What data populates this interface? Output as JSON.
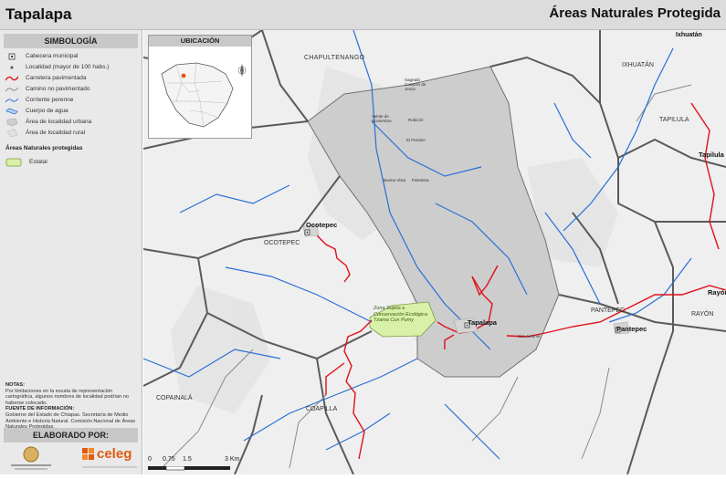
{
  "header": {
    "title": "Tapalapa",
    "subtitle": "Áreas Naturales Protegida"
  },
  "legend": {
    "title": "SIMBOLOGÍA",
    "items": [
      {
        "label": "Cabecera municipal",
        "symbol": "square-dot-icon"
      },
      {
        "label": "Localidad (mayor de 100 habs.)",
        "symbol": "dot-icon"
      },
      {
        "label": "Carretera pavimentada",
        "symbol": "red-line-icon"
      },
      {
        "label": "Camino no pavimentado",
        "symbol": "gray-line-icon"
      },
      {
        "label": "Corriente perenne",
        "symbol": "blue-line-icon"
      },
      {
        "label": "Cuerpo de agua",
        "symbol": "water-body-icon"
      },
      {
        "label": "Área de localidad urbana",
        "symbol": "urban-area-icon"
      },
      {
        "label": "Área de localidad rural",
        "symbol": "rural-area-icon"
      }
    ],
    "anp_title": "Áreas Naturales protegidas",
    "anp_item": "Estatal"
  },
  "notes": {
    "title": "NOTAS:",
    "text": "Por limitaciones en la escala de representación cartográfica, algunos nombres de localidad podrían no haberse colocado.",
    "source_title": "FUENTE DE INFORMACIÓN:",
    "source_text": "Gobierno del Estado de Chiapas. Secretaría de Medio Ambiente e Historia Natural. Comisión Nacional de Áreas Naturales Protegidas."
  },
  "credits": {
    "title": "ELABORADO POR:",
    "logo_right": "celeg"
  },
  "inset": {
    "title": "UBICACIÓN"
  },
  "map": {
    "municipalities": [
      "CHAPULTENANGO",
      "IXHUATÁN",
      "TAPILULA",
      "OCOTEPEC",
      "PANTEPEC",
      "RAYÓN",
      "COPAINALÁ",
      "COAPILLA"
    ],
    "towns": [
      "Ocotepec",
      "Tapalapa",
      "Pantepec",
      "Ixhuatán",
      "Tapilula",
      "Rayón"
    ],
    "small_localities": [
      "Sagrado Corazón de Jesús",
      "Veinte de Noviembre",
      "Rubicón",
      "El Paraíso",
      "Buena Vista",
      "Palestina",
      "San Antonio"
    ],
    "protected_area": "Zona Sujeta a Conservación Ecológica Tzama Cun Pumy",
    "scale_labels": [
      "0",
      "0.75",
      "1.5",
      "3 Km"
    ]
  },
  "colors": {
    "road": "#e0101a",
    "river": "#2a6fd6",
    "boundary": "#5a5a5a",
    "protected": "#d9f0a8",
    "urban": "#d0d0d0"
  }
}
